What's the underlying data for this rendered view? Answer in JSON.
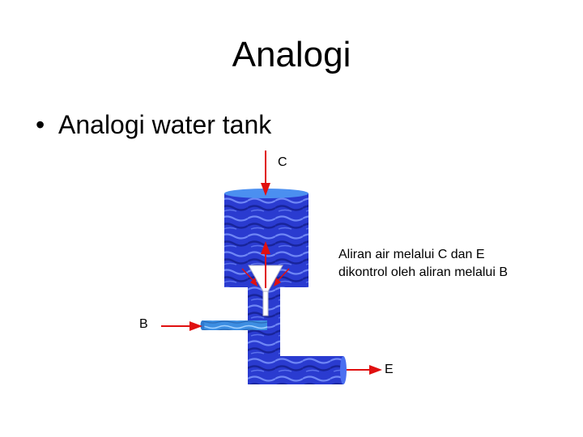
{
  "slide": {
    "title": "Analogi",
    "bullet": "Analogi water tank"
  },
  "diagram": {
    "labels": {
      "c": "C",
      "b": "B",
      "e": "E"
    },
    "note_line1": "Aliran air melalui C dan E",
    "note_line2": "dikontrol oleh aliran melalui B"
  },
  "colors": {
    "water": "#2b3fd6",
    "water_light": "#5f78f0",
    "pipe_b": "#3f8fe0",
    "arrow": "#e01010",
    "funnel": "#ffffff"
  }
}
